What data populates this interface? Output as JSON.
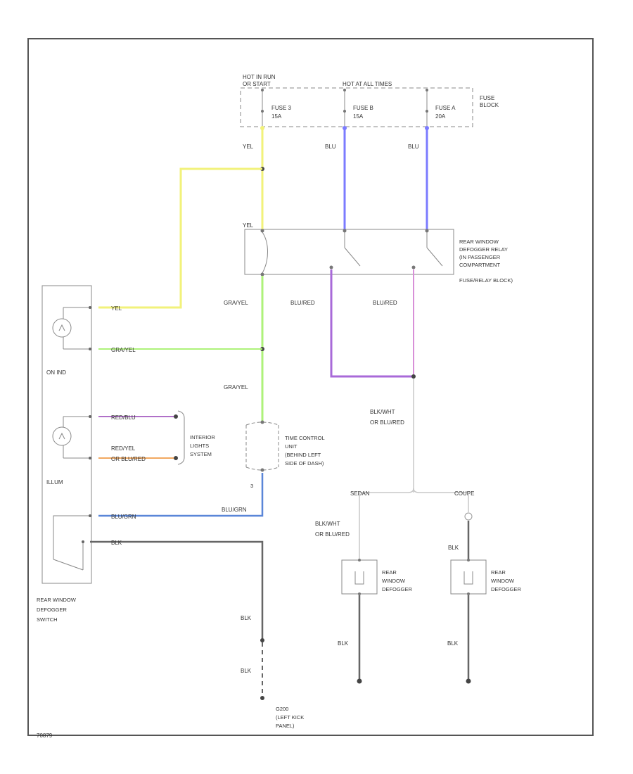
{
  "colors": {
    "frame": "#555555",
    "yel": "#f2f27a",
    "blu": "#7b7bff",
    "gra_yel": "#aef27a",
    "blu_red": "#a86ad8",
    "blu_red2": "#d890d8",
    "red_blu": "#b070c8",
    "red_yel": "#f2a860",
    "blu_grn": "#5a86d8",
    "blk": "#666666",
    "blk_wht": "#c8c8c8",
    "dash": "#888888"
  },
  "fuse_block": {
    "hot_run": [
      "HOT IN RUN",
      "OR START"
    ],
    "hot_all": "HOT AT ALL TIMES",
    "label": [
      "FUSE",
      "BLOCK"
    ],
    "fuses": [
      {
        "name": "FUSE 3",
        "rating": "15A"
      },
      {
        "name": "FUSE B",
        "rating": "15A"
      },
      {
        "name": "FUSE A",
        "rating": "20A"
      }
    ]
  },
  "relay": {
    "label": [
      "REAR WINDOW",
      "DEFOGGER RELAY",
      "(IN PASSENGER",
      "COMPARTMENT",
      "FUSE/RELAY BLOCK)"
    ],
    "pin_label": "YEL"
  },
  "wires": {
    "yel_top": "YEL",
    "blu1": "BLU",
    "blu2": "BLU",
    "gra_yel_1": "GRA/YEL",
    "gra_yel_2": "GRA/YEL",
    "blu_red_1": "BLU/RED",
    "blu_red_2": "BLU/RED",
    "blk_wht_main": [
      "BLK/WHT",
      "OR BLU/RED"
    ],
    "blu_grn": "BLU/GRN",
    "sw_yel": "YEL",
    "sw_gra_yel": "GRA/YEL",
    "sw_red_blu": "RED/BLU",
    "sw_red_yel": [
      "RED/YEL",
      "OR BLU/RED"
    ],
    "sw_blu_grn": "BLU/GRN",
    "sw_blk": "BLK",
    "blk_g1": "BLK",
    "blk_g2": "BLK",
    "sedan_wire": [
      "BLK/WHT",
      "OR BLU/RED"
    ],
    "coupe_wire": "BLK",
    "def1_gnd": "BLK",
    "def2_gnd": "BLK"
  },
  "switch": {
    "on_ind": "ON IND",
    "illum": "ILLUM",
    "label": [
      "REAR WINDOW",
      "DEFOGGER",
      "SWITCH"
    ]
  },
  "interior_lights": [
    "INTERIOR",
    "LIGHTS",
    "SYSTEM"
  ],
  "time_control": {
    "label": [
      "TIME CONTROL",
      "UNIT",
      "(BEHIND LEFT",
      "SIDE OF DASH)"
    ],
    "pin": "3"
  },
  "sedan": "SEDAN",
  "coupe": "COUPE",
  "defogger1": [
    "REAR",
    "WINDOW",
    "DEFOGGER"
  ],
  "defogger2": [
    "REAR",
    "WINDOW",
    "DEFOGGER"
  ],
  "ground": [
    "G200",
    "(LEFT KICK",
    "PANEL)"
  ],
  "figure_id": "70879"
}
